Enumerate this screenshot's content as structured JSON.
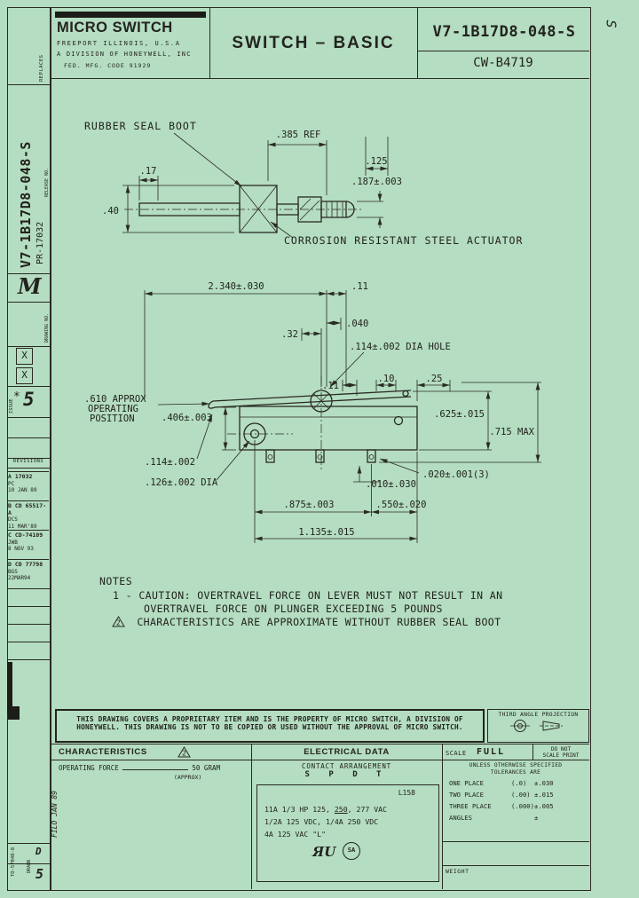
{
  "header": {
    "logo": "MICRO SWITCH",
    "address_line1": "FREEPORT ILLINOIS, U.S.A",
    "address_line2": "A DIVISION OF HONEYWELL, INC",
    "address_line3": "FED. MFG. CODE 91929",
    "title": "SWITCH – BASIC",
    "part_number": "V7-1B17D8-048-S",
    "drawing_number": "CW-B4719",
    "margin_mark": "S"
  },
  "sidebar": {
    "replaces_label": "REPLACES",
    "part_number": "V7-1B17D8-048-S",
    "release_label": "RELEASE NO.",
    "release_number": "PR-17032",
    "logo_m": "M",
    "drawing_no_label": "DRAWING NO.",
    "check1": "X",
    "check2": "X",
    "issue_label": "ISSUE",
    "issue_star": "*",
    "issue_number": "5",
    "revisions_label": "REVISIONS",
    "revisions": [
      {
        "line1": "A 17032",
        "line2": "PC",
        "line3": "10 JAN 89"
      },
      {
        "line1": "B CD 65517-A",
        "line2": "DCS",
        "line3": "11 MAR'89"
      },
      {
        "line1": "C CD-74109",
        "line2": "JWB",
        "line3": "8 NOV 93"
      },
      {
        "line1": "D CD 77798",
        "line2": "BGS",
        "line3": "22MAR94"
      }
    ],
    "drawn_label": "DRAWN",
    "form_number": "TO-57848-8",
    "file_note": "FILO JAN 89",
    "bottom_rev": "D",
    "bottom_issue": "5"
  },
  "drawing": {
    "labels": {
      "rubber_seal_boot": "RUBBER SEAL BOOT",
      "actuator": "CORROSION RESISTANT STEEL ACTUATOR"
    },
    "dims": {
      "ref385": ".385 REF",
      "d125": ".125",
      "d187": ".187±.003",
      "d17": ".17",
      "d40": ".40",
      "d2340": "2.340±.030",
      "d11top": ".11",
      "d040": ".040",
      "d32": ".32",
      "hole114": ".114±.002 DIA HOLE",
      "d11mid": ".11",
      "d10": ".10",
      "d25": ".25",
      "op610a": ".610 APPROX",
      "op610b": "OPERATING",
      "op610c": "POSITION",
      "d406": ".406±.003",
      "d625": ".625±.015",
      "d715": ".715 MAX",
      "d114": ".114±.002",
      "d020": ".020±.001(3)",
      "dia126": ".126±.002 DIA",
      "d010": ".010±.030",
      "d875": ".875±.003",
      "d550": ".550±.020",
      "d1135": "1.135±.015"
    }
  },
  "notes": {
    "title": "NOTES",
    "n1_prefix": "1 -",
    "n1_line1": "CAUTION: OVERTRAVEL FORCE ON LEVER MUST NOT RESULT IN AN",
    "n1_line2": "OVERTRAVEL FORCE ON PLUNGER EXCEEDING 5 POUNDS",
    "n2_flag": "2",
    "n2_text": "CHARACTERISTICS ARE APPROXIMATE WITHOUT RUBBER SEAL BOOT"
  },
  "proprietary": {
    "line1": "THIS DRAWING COVERS A PROPRIETARY ITEM AND IS THE PROPERTY OF MICRO SWITCH, A DIVISION OF",
    "line2": "HONEYWELL. THIS DRAWING IS NOT TO BE COPIED OR USED WITHOUT THE APPROVAL OF MICRO SWITCH."
  },
  "projection": {
    "label": "THIRD ANGLE PROJECTION"
  },
  "characteristics": {
    "title": "CHARACTERISTICS",
    "flag": "2",
    "operating_force_label": "OPERATING FORCE",
    "operating_force_value": "50 GRAM",
    "operating_force_note": "(APPROX)"
  },
  "electrical": {
    "title": "ELECTRICAL DATA",
    "contact_label": "CONTACT ARRANGEMENT",
    "contact_value": "S P D T",
    "code": "L158",
    "rating1_a": "11A 1/3 HP 125, ",
    "rating1_b": "250",
    "rating1_c": ", 277 VAC",
    "rating2": "1/2A 125 VDC, 1/4A 250 VDC",
    "rating3": "4A 125 VAC \"L\"",
    "ul_mark": "ЯU",
    "csa_mark": "SA"
  },
  "scale_block": {
    "scale_label": "SCALE",
    "scale_value": "FULL",
    "no_scale_line1": "DO NOT",
    "no_scale_line2": "SCALE PRINT"
  },
  "tolerances": {
    "header1": "UNLESS OTHERWISE SPECIFIED",
    "header2": "TOLERANCES ARE",
    "rows": [
      {
        "label": "ONE PLACE",
        "paren": "(.0)",
        "value": "±.030"
      },
      {
        "label": "TWO PLACE",
        "paren": "(.00)",
        "value": "±.015"
      },
      {
        "label": "THREE PLACE",
        "paren": "(.000)",
        "value": "±.005"
      },
      {
        "label": "ANGLES",
        "paren": "",
        "value": "±"
      }
    ]
  },
  "weight": {
    "label": "WEIGHT"
  }
}
